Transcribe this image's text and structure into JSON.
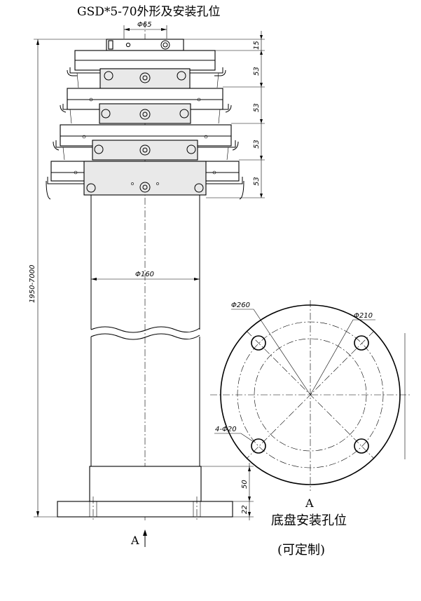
{
  "title": "GSD*5-70外形及安装孔位",
  "dimensions": {
    "top_diameter": "Φ65",
    "tube_diameter": "Φ160",
    "total_length": "1950-7000",
    "cap_height": "15",
    "stage_heights": [
      "53",
      "53",
      "53",
      "53"
    ],
    "base_tube_height": "50",
    "base_plate_height": "22"
  },
  "flange": {
    "outer_diameter": "Φ260",
    "bolt_circle_diameter": "Φ210",
    "holes": "4-Φ20"
  },
  "labels": {
    "view_letter": "A",
    "view_arrow_letter": "A",
    "caption": "底盘安装孔位",
    "caption_note": "(可定制)"
  }
}
